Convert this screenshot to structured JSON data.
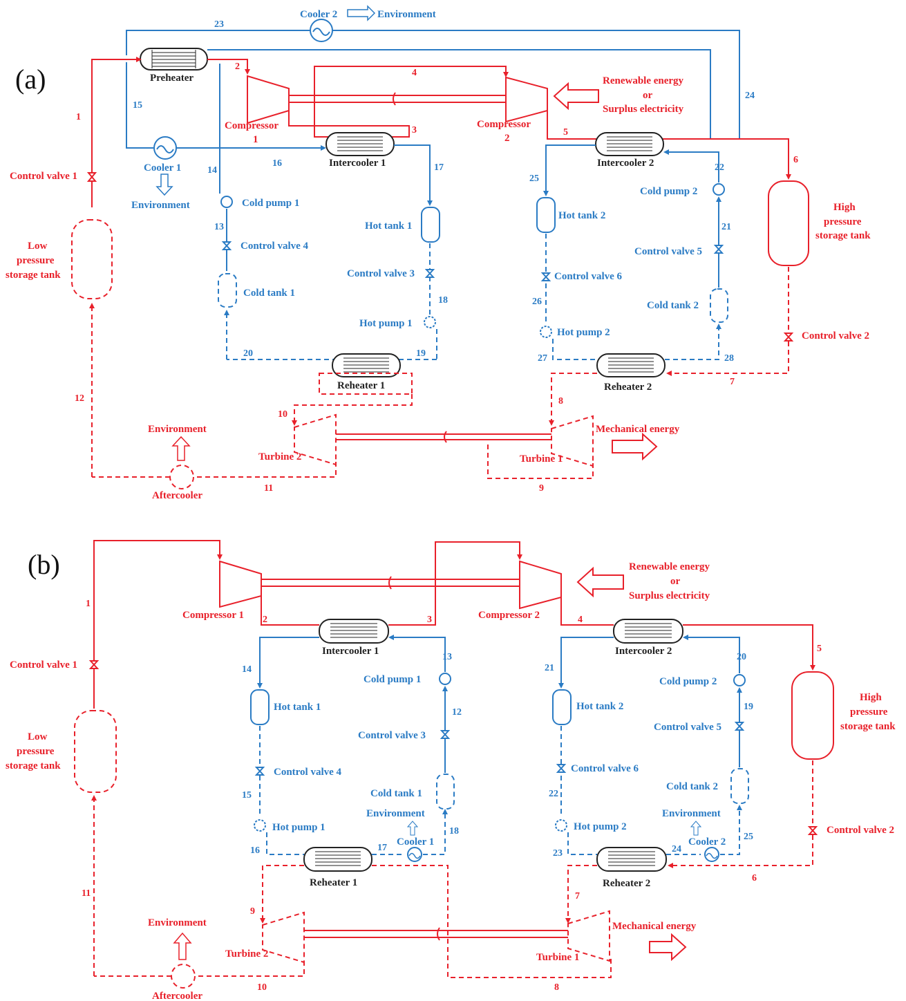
{
  "panels": [
    {
      "label": "(a)",
      "components": {
        "preheater": "Preheater",
        "compressor1_a": "Compressor",
        "compressor1_b": "1",
        "compressor2_a": "Compressor",
        "compressor2_b": "2",
        "renewable_1": "Renewable energy",
        "renewable_2": "or",
        "renewable_3": "Surplus electricity",
        "intercooler1": "Intercooler 1",
        "intercooler2": "Intercooler 2",
        "cooler1": "Cooler 1",
        "cooler2": "Cooler 2",
        "environment_top": "Environment",
        "environment_cooler1": "Environment",
        "environment_after": "Environment",
        "control_valve1": "Control valve 1",
        "control_valve2": "Control valve 2",
        "control_valve3": "Control valve 3",
        "control_valve4": "Control valve 4",
        "control_valve5": "Control valve 5",
        "control_valve6": "Control valve 6",
        "cold_pump1": "Cold pump 1",
        "cold_pump2": "Cold pump 2",
        "hot_pump1": "Hot pump 1",
        "hot_pump2": "Hot pump 2",
        "hot_tank1": "Hot tank 1",
        "hot_tank2": "Hot tank 2",
        "cold_tank1": "Cold tank 1",
        "cold_tank2": "Cold tank 2",
        "lp_1": "Low",
        "lp_2": "pressure",
        "lp_3": "storage tank",
        "hp_1": "High",
        "hp_2": "pressure",
        "hp_3": "storage tank",
        "reheater1": "Reheater 1",
        "reheater2": "Reheater 2",
        "turbine1": "Turbine 1",
        "turbine2": "Turbine 2",
        "mechanical": "Mechanical energy",
        "aftercooler": "Aftercooler"
      },
      "streams": [
        "1",
        "2",
        "3",
        "4",
        "5",
        "6",
        "7",
        "8",
        "9",
        "10",
        "11",
        "12",
        "13",
        "14",
        "15",
        "16",
        "17",
        "18",
        "19",
        "20",
        "21",
        "22",
        "23",
        "24",
        "25",
        "26",
        "27",
        "28"
      ]
    },
    {
      "label": "(b)",
      "components": {
        "compressor1": "Compressor 1",
        "compressor2": "Compressor 2",
        "renewable_1": "Renewable energy",
        "renewable_2": "or",
        "renewable_3": "Surplus electricity",
        "intercooler1": "Intercooler 1",
        "intercooler2": "Intercooler 2",
        "control_valve1": "Control valve 1",
        "control_valve2": "Control valve 2",
        "control_valve3": "Control valve 3",
        "control_valve4": "Control valve 4",
        "control_valve5": "Control valve 5",
        "control_valve6": "Control valve 6",
        "cold_pump1": "Cold pump 1",
        "cold_pump2": "Cold pump 2",
        "hot_pump1": "Hot pump 1",
        "hot_pump2": "Hot pump 2",
        "hot_tank1": "Hot tank 1",
        "hot_tank2": "Hot tank 2",
        "cold_tank1": "Cold tank 1",
        "cold_tank2": "Cold tank 2",
        "cooler1": "Cooler 1",
        "cooler2": "Cooler 2",
        "environment_c1": "Environment",
        "environment_c2": "Environment",
        "environment_after": "Environment",
        "lp_1": "Low",
        "lp_2": "pressure",
        "lp_3": "storage tank",
        "hp_1": "High",
        "hp_2": "pressure",
        "hp_3": "storage tank",
        "reheater1": "Reheater 1",
        "reheater2": "Reheater 2",
        "turbine1": "Turbine 1",
        "turbine2": "Turbine 2",
        "mechanical": "Mechanical energy",
        "aftercooler": "Aftercooler"
      },
      "streams": [
        "1",
        "2",
        "3",
        "4",
        "5",
        "6",
        "7",
        "8",
        "9",
        "10",
        "11",
        "12",
        "13",
        "14",
        "15",
        "16",
        "17",
        "18",
        "19",
        "20",
        "21",
        "22",
        "23",
        "24",
        "25"
      ]
    }
  ],
  "colors": {
    "air": "#e8202a",
    "thermal_oil": "#2a7bc4"
  }
}
